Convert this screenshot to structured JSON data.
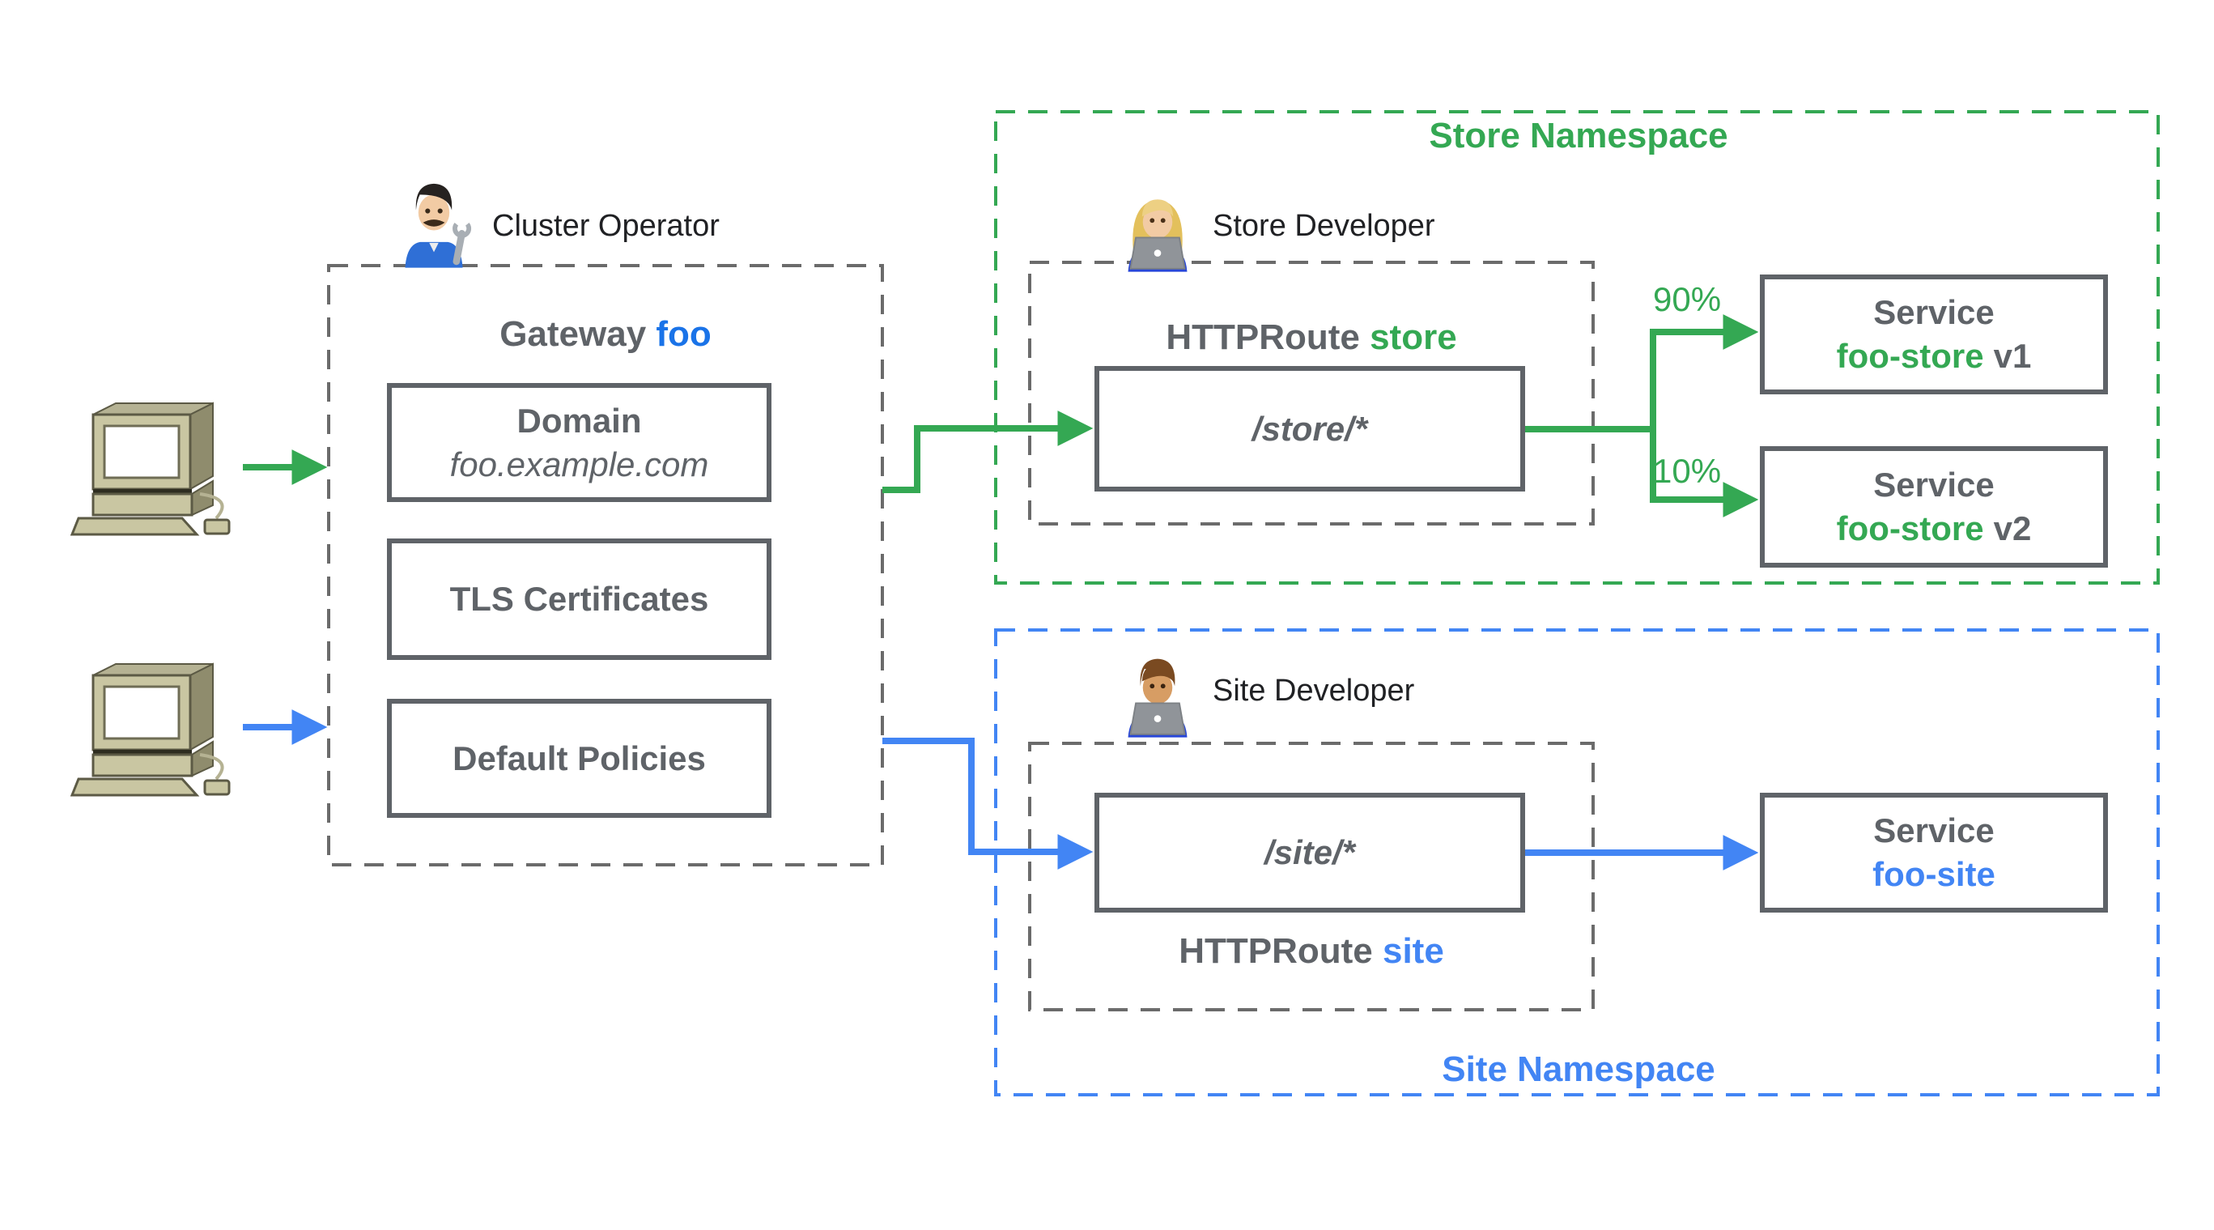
{
  "gateway": {
    "operator": "Cluster Operator",
    "title_prefix": "Gateway",
    "title_name": "foo",
    "domain_title": "Domain",
    "domain_value": "foo.example.com",
    "tls": "TLS Certificates",
    "policies": "Default Policies"
  },
  "store": {
    "namespace": "Store Namespace",
    "developer": "Store Developer",
    "route_prefix": "HTTPRoute",
    "route_name": "store",
    "path": "/store/*",
    "weight_v1": "90%",
    "weight_v2": "10%",
    "service_label": "Service",
    "service_v1_name": "foo-store",
    "service_v1_version": "v1",
    "service_v2_name": "foo-store",
    "service_v2_version": "v2"
  },
  "site": {
    "namespace": "Site Namespace",
    "developer": "Site Developer",
    "route_prefix": "HTTPRoute",
    "route_name": "site",
    "path": "/site/*",
    "service_label": "Service",
    "service_name": "foo-site"
  },
  "colors": {
    "green": "#34A853",
    "blue": "#4285F4",
    "foo_blue": "#1A73E8",
    "box_gray": "#5F6368",
    "dash_gray": "#6B6B6B"
  }
}
